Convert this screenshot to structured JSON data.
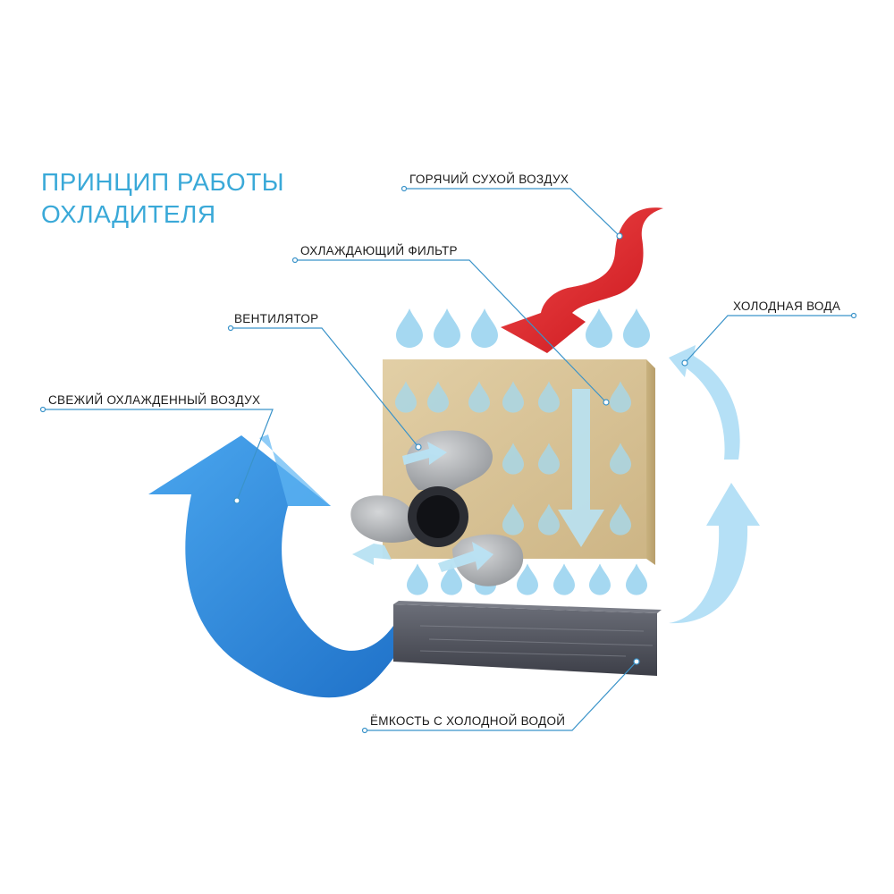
{
  "title": {
    "line1": "ПРИНЦИП РАБОТЫ",
    "line2": "ОХЛАДИТЕЛЯ"
  },
  "labels": {
    "hot_air": "ГОРЯЧИЙ СУХОЙ ВОЗДУХ",
    "filter": "ОХЛАЖДАЮЩИЙ ФИЛЬТР",
    "fan": "ВЕНТИЛЯТОР",
    "fresh_air": "СВЕЖИЙ ОХЛАЖДЕННЫЙ ВОЗДУХ",
    "cold_water": "ХОЛОДНАЯ ВОДА",
    "tank": "ЁМКОСТЬ С ХОЛОДНОЙ ВОДОЙ"
  },
  "colors": {
    "title": "#3aa9d8",
    "hot_arrow": "#e5262b",
    "fresh_arrow": "#2f8be0",
    "water_arrow": "#a9dcf5",
    "drop": "#9fd4ef",
    "filter": "#d9c49b",
    "fan": "#a7a9ac",
    "tank": "#4b4d57",
    "leader": "#3a93c9"
  }
}
